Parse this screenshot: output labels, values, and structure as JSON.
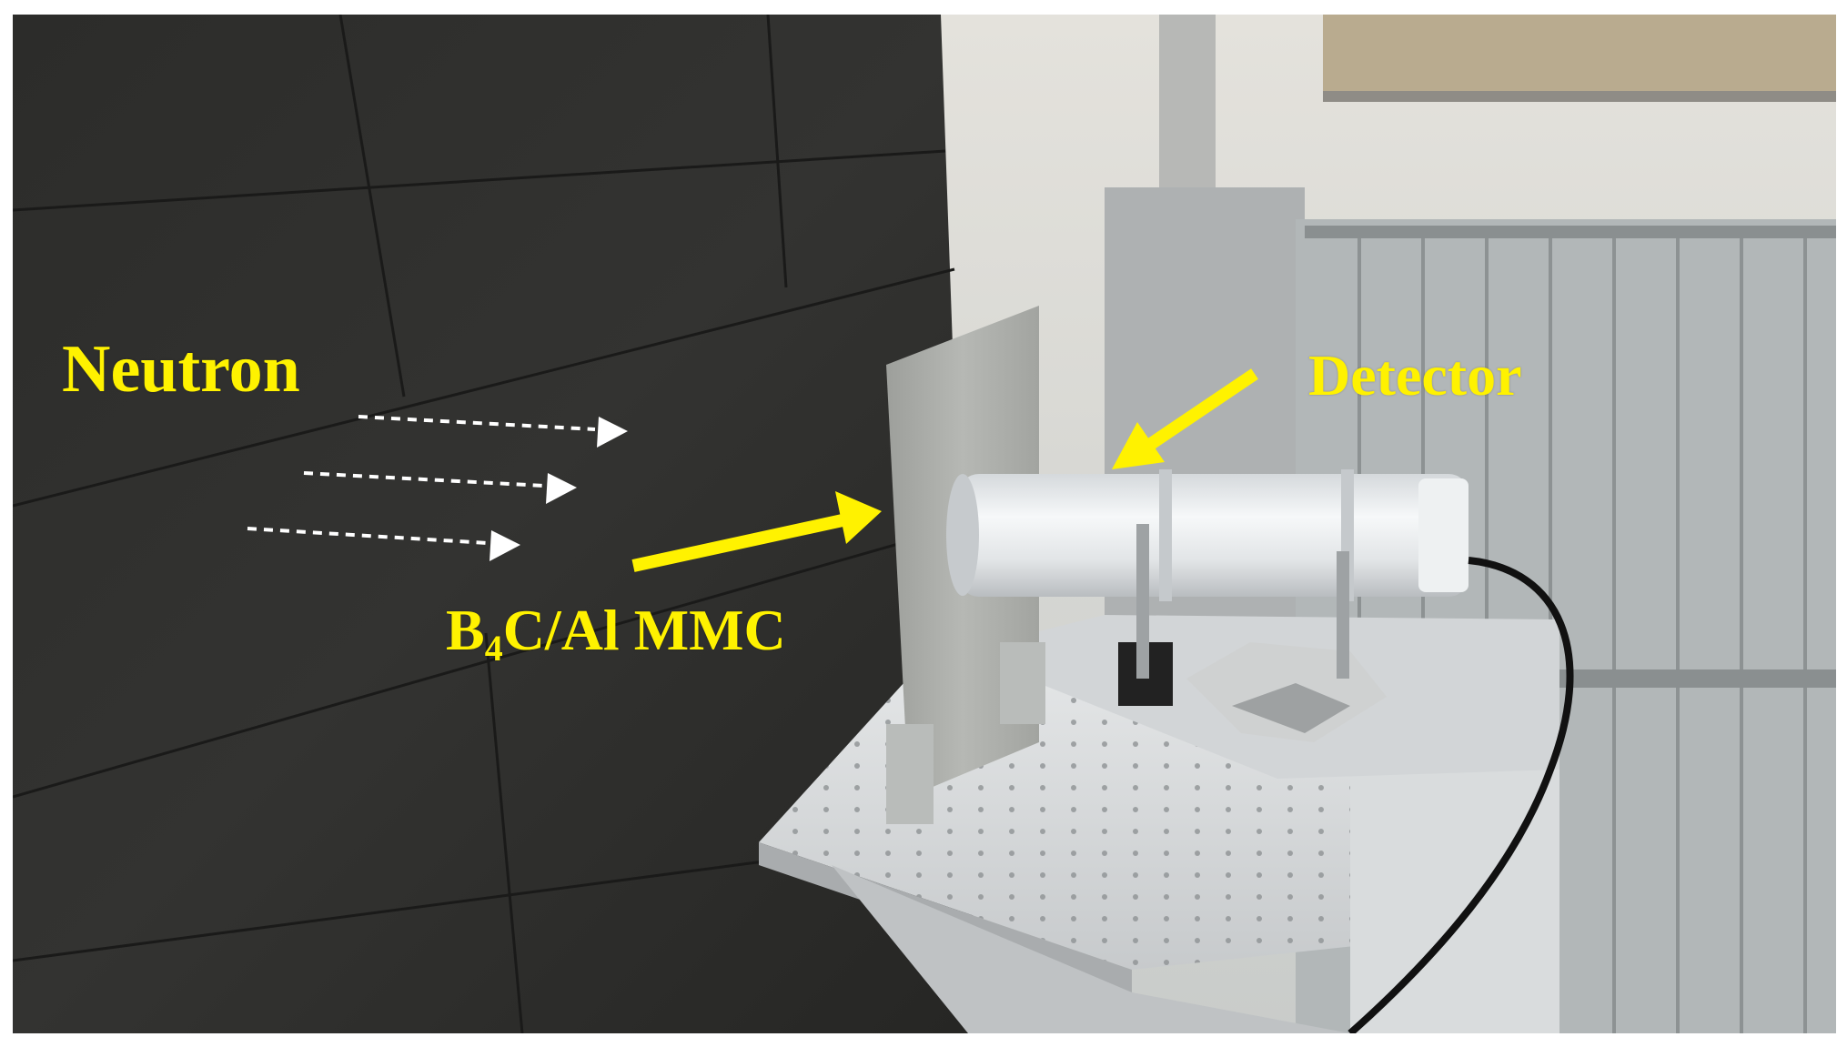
{
  "figure": {
    "labels": {
      "neutron": "Neutron",
      "detector": "Detector",
      "material_prefix": "B",
      "material_subscript": "4",
      "material_suffix": "C/Al MMC"
    },
    "colors": {
      "annotation": "#fff200",
      "neutron_arrows": "#ffffff",
      "shielding_wall": "#2a2a28",
      "detector_tube": "#e9ecee",
      "aluminum_plate": "#a8aaa6",
      "background_room": "#cfd2d0"
    },
    "icons": {
      "neutron_arrows": "dashed-arrow-icon",
      "pointer_arrows": "arrow-icon"
    }
  }
}
